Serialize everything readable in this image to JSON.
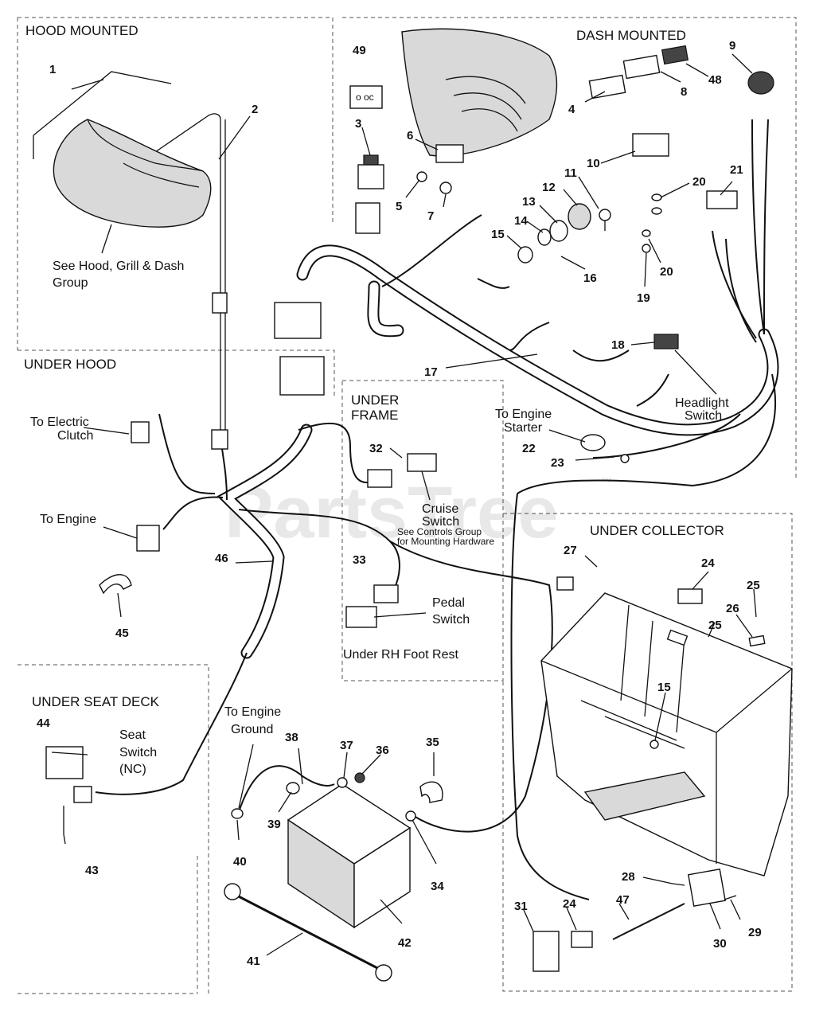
{
  "sections": {
    "hood_mounted": "HOOD MOUNTED",
    "dash_mounted": "DASH MOUNTED",
    "under_hood": "UNDER HOOD",
    "under_frame": "UNDER\nFRAME",
    "under_frame_line1": "UNDER",
    "under_frame_line2": "FRAME",
    "under_collector": "UNDER COLLECTOR",
    "under_seat_deck": "UNDER SEAT DECK"
  },
  "notes": {
    "see_hood_line1": "See Hood, Grill & Dash",
    "see_hood_line2": "Group",
    "electric_clutch_line1": "To Electric",
    "electric_clutch_line2": "Clutch",
    "to_engine": "To Engine",
    "to_engine_starter_line1": "To Engine",
    "to_engine_starter_line2": "Starter",
    "headlight_line1": "Headlight",
    "headlight_line2": "Switch",
    "cruise_line1": "Cruise",
    "cruise_line2": "Switch",
    "controls_line1": "See Controls Group",
    "controls_line2": "for Mounting Hardware",
    "pedal_line1": "Pedal",
    "pedal_line2": "Switch",
    "under_rh": "Under RH Foot Rest",
    "seat_line1": "Seat",
    "seat_line2": "Switch",
    "seat_line3": "(NC)",
    "ground_line1": "To Engine",
    "ground_line2": "Ground"
  },
  "watermark": {
    "text": "PartsTree",
    "tm": "™"
  },
  "decal_49_text": "o  oc",
  "callouts": {
    "c1": "1",
    "c2": "2",
    "c3": "3",
    "c4": "4",
    "c5": "5",
    "c6": "6",
    "c7": "7",
    "c8": "8",
    "c9": "9",
    "c10": "10",
    "c11": "11",
    "c12": "12",
    "c13": "13",
    "c14": "14",
    "c15a": "15",
    "c15b": "15",
    "c16": "16",
    "c17": "17",
    "c18": "18",
    "c19": "19",
    "c20a": "20",
    "c20b": "20",
    "c21": "21",
    "c22": "22",
    "c23": "23",
    "c24a": "24",
    "c24b": "24",
    "c25a": "25",
    "c25b": "25",
    "c26": "26",
    "c27": "27",
    "c28": "28",
    "c29": "29",
    "c30": "30",
    "c31": "31",
    "c32": "32",
    "c33": "33",
    "c34": "34",
    "c35": "35",
    "c36": "36",
    "c37": "37",
    "c38": "38",
    "c39": "39",
    "c40": "40",
    "c41": "41",
    "c42": "42",
    "c43": "43",
    "c44": "44",
    "c45": "45",
    "c46": "46",
    "c47": "47",
    "c48": "48",
    "c49": "49"
  }
}
